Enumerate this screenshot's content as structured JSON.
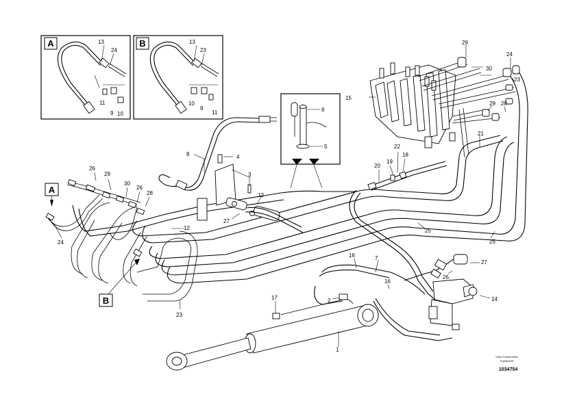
{
  "detail_a": {
    "letter": "A",
    "callouts": [
      "13",
      "24",
      "11",
      "9",
      "10"
    ]
  },
  "detail_b": {
    "letter": "B",
    "callouts": [
      "13",
      "23",
      "10",
      "9",
      "11"
    ]
  },
  "detail_c": {
    "callouts": [
      "6",
      "5"
    ]
  },
  "markers": {
    "a": "A",
    "b": "B"
  },
  "callouts": {
    "c1": "1",
    "c2": "2",
    "c3": "3",
    "c4": "4",
    "c7": "7",
    "c8": "8",
    "c12a": "12",
    "c12b": "12",
    "c14": "14",
    "c15": "15",
    "c16a": "16",
    "c16b": "16",
    "c17": "17",
    "c18": "18",
    "c19": "19",
    "c20": "20",
    "c21": "21",
    "c22": "22",
    "c23a": "23",
    "c23b": "23",
    "c24a": "24",
    "c24b": "24",
    "c25a": "25",
    "c25b": "25",
    "c26a": "26",
    "c26b": "26",
    "c26c": "26",
    "c27a": "27",
    "c27b": "27",
    "c28a": "28",
    "c28b": "28",
    "c29a": "29",
    "c29b": "29",
    "c30a": "30",
    "c30b": "30"
  },
  "footer": {
    "company_line1": "Volvo Construction",
    "company_line2": "Equipment",
    "drawing_number": "1034754"
  }
}
